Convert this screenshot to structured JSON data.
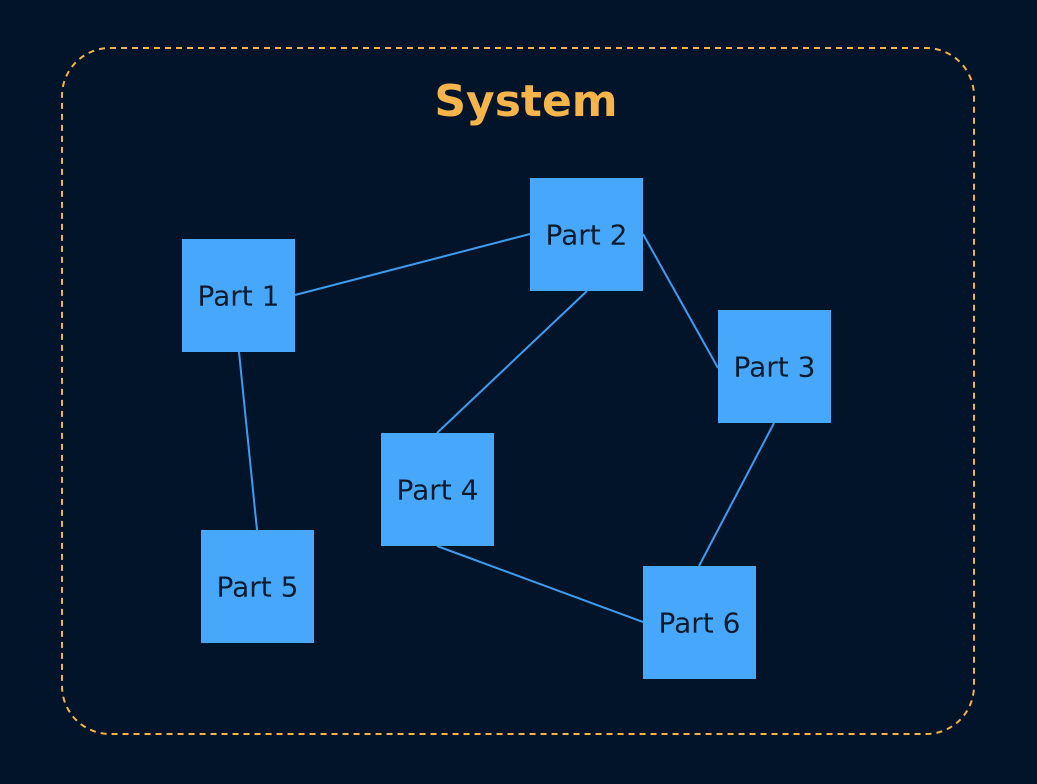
{
  "title": "System",
  "colors": {
    "background": "#02142a",
    "boundary": "#f2b443",
    "title": "#f6b54a",
    "node_fill": "#47a8fb",
    "node_text": "#0b1a2c",
    "edge": "#3d9cf0"
  },
  "nodes": [
    {
      "id": "p1",
      "label": "Part 1"
    },
    {
      "id": "p2",
      "label": "Part 2"
    },
    {
      "id": "p3",
      "label": "Part 3"
    },
    {
      "id": "p4",
      "label": "Part 4"
    },
    {
      "id": "p5",
      "label": "Part 5"
    },
    {
      "id": "p6",
      "label": "Part 6"
    }
  ],
  "edges": [
    {
      "from": "p1",
      "to": "p2"
    },
    {
      "from": "p1",
      "to": "p5"
    },
    {
      "from": "p2",
      "to": "p3"
    },
    {
      "from": "p2",
      "to": "p4"
    },
    {
      "from": "p3",
      "to": "p6"
    },
    {
      "from": "p4",
      "to": "p6"
    }
  ]
}
